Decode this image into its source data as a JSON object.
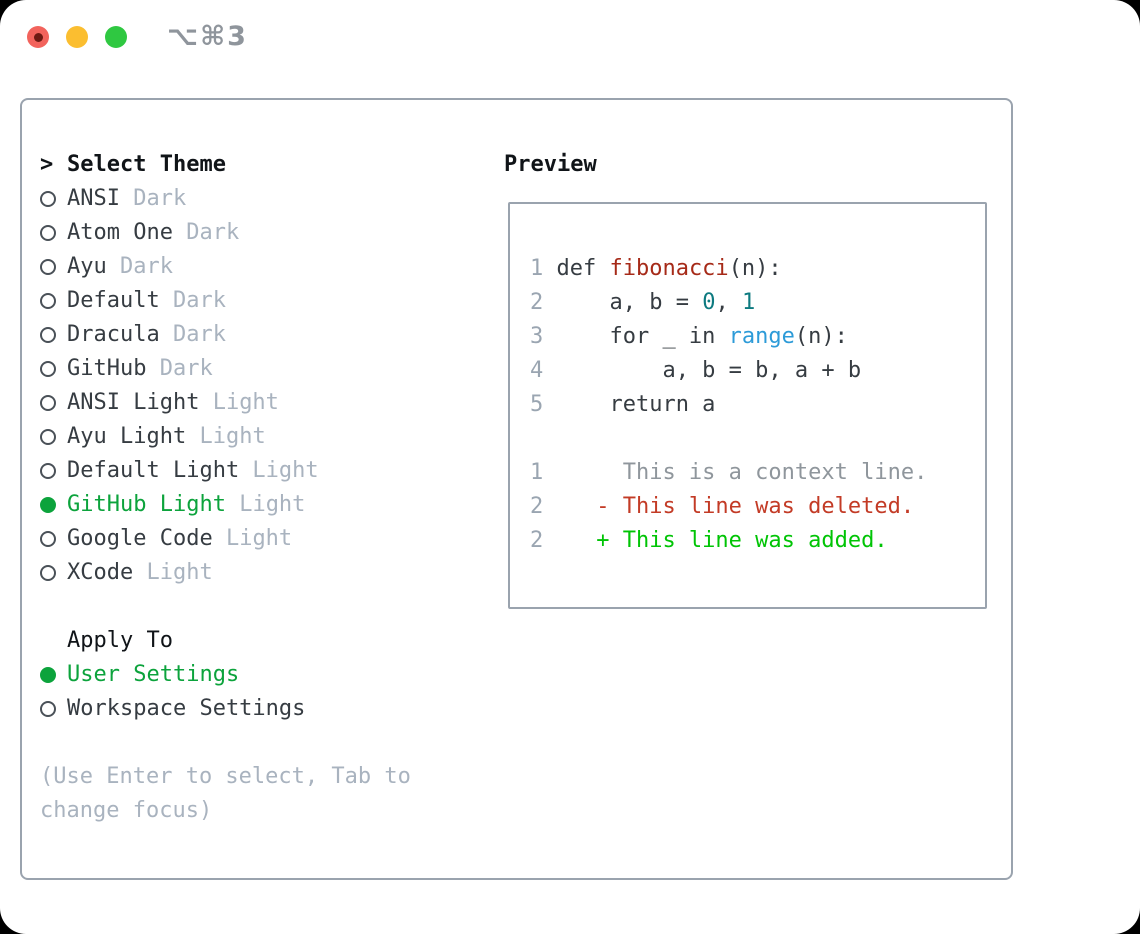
{
  "window": {
    "shortcut": "⌥⌘3",
    "traffic_lights": [
      "close",
      "minimize",
      "zoom"
    ]
  },
  "colors": {
    "black": "#101418",
    "fg": "#363c42",
    "muted": "#a9b3bf",
    "lnum": "#9aa5b1",
    "ctx_gray": "#8f969c",
    "green": "#0ca33c",
    "add_green": "#00c405",
    "del_red": "#c33b26",
    "func_red": "#a62a18",
    "num_teal": "#0d7a80",
    "call_blue": "#2d9bd8",
    "border": "#9aa3ae",
    "radio_ring": "#4a5158",
    "title_gray": "#8f959c",
    "tl_red": "#f2635c",
    "tl_red_dot": "#6d1a13",
    "tl_yellow": "#fbbe30",
    "tl_green": "#2fc841"
  },
  "theme_panel": {
    "header": {
      "prefix": ">",
      "label": "Select Theme"
    },
    "themes": [
      {
        "name": "ANSI",
        "variant": "Dark",
        "selected": false
      },
      {
        "name": "Atom One",
        "variant": "Dark",
        "selected": false
      },
      {
        "name": "Ayu",
        "variant": "Dark",
        "selected": false
      },
      {
        "name": "Default",
        "variant": "Dark",
        "selected": false
      },
      {
        "name": "Dracula",
        "variant": "Dark",
        "selected": false
      },
      {
        "name": "GitHub",
        "variant": "Dark",
        "selected": false
      },
      {
        "name": "ANSI Light",
        "variant": "Light",
        "selected": false
      },
      {
        "name": "Ayu Light",
        "variant": "Light",
        "selected": false
      },
      {
        "name": "Default Light",
        "variant": "Light",
        "selected": false
      },
      {
        "name": "GitHub Light",
        "variant": "Light",
        "selected": true
      },
      {
        "name": "Google Code",
        "variant": "Light",
        "selected": false
      },
      {
        "name": "XCode",
        "variant": "Light",
        "selected": false
      }
    ],
    "apply_to": {
      "label": "Apply To",
      "options": [
        {
          "label": "User Settings",
          "selected": true
        },
        {
          "label": "Workspace Settings",
          "selected": false
        }
      ]
    },
    "hint": "(Use Enter to select, Tab to change focus)"
  },
  "preview": {
    "title": "Preview",
    "code_lines": [
      {
        "num": "1",
        "segments": [
          {
            "text": "def ",
            "color": "fg"
          },
          {
            "text": "fibonacci",
            "color": "function"
          },
          {
            "text": "(n):",
            "color": "fg"
          }
        ]
      },
      {
        "num": "2",
        "segments": [
          {
            "text": "    a, b = ",
            "color": "fg"
          },
          {
            "text": "0",
            "color": "number"
          },
          {
            "text": ", ",
            "color": "fg"
          },
          {
            "text": "1",
            "color": "number"
          }
        ]
      },
      {
        "num": "3",
        "segments": [
          {
            "text": "    for _ in ",
            "color": "fg"
          },
          {
            "text": "range",
            "color": "call"
          },
          {
            "text": "(n):",
            "color": "fg"
          }
        ]
      },
      {
        "num": "4",
        "segments": [
          {
            "text": "        a, b = b, a + b",
            "color": "fg"
          }
        ]
      },
      {
        "num": "5",
        "segments": [
          {
            "text": "    return a",
            "color": "fg"
          }
        ]
      },
      {
        "num": "",
        "segments": []
      },
      {
        "num": "1",
        "segments": [
          {
            "text": "     This is a context line.",
            "color": "context"
          }
        ]
      },
      {
        "num": "2",
        "segments": [
          {
            "text": "   - This line was deleted.",
            "color": "deleted"
          }
        ]
      },
      {
        "num": "2",
        "segments": [
          {
            "text": "   + This line was added.",
            "color": "added"
          }
        ]
      }
    ]
  }
}
